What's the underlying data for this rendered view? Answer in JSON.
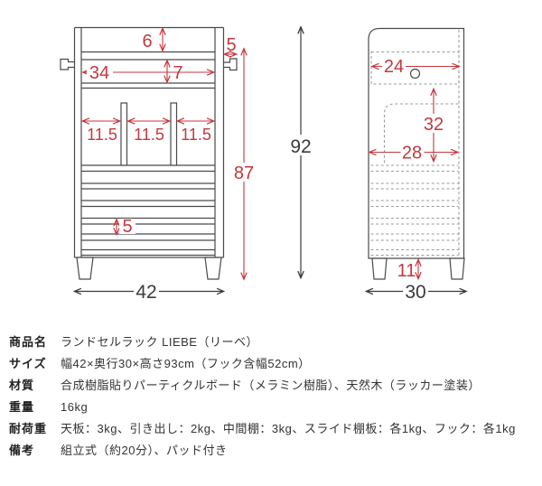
{
  "colors": {
    "dimension_red": "#c4383e",
    "dimension_black": "#3a3a3a",
    "line_gray": "#4a4a4a",
    "dashed_gray": "#9a9a9a"
  },
  "diagram": {
    "front": {
      "top_shelf_height": "6",
      "hook_protrusion": "5",
      "drawer_inner_width": "34",
      "drawer_height": "7",
      "section_left": "11.5",
      "section_center": "11.5",
      "section_right": "11.5",
      "slat_gap": "5",
      "body_height": "87",
      "overall_height": "92",
      "overall_width": "42"
    },
    "side": {
      "drawer_depth": "24",
      "open_section_height": "32",
      "open_section_depth": "28",
      "leg_height": "11",
      "overall_depth": "30"
    }
  },
  "spec_table": {
    "rows": [
      {
        "label": "商品名",
        "value": "ランドセルラック LIEBE（リーベ）"
      },
      {
        "label": "サイズ",
        "value": "幅42×奥行30×高さ93cm（フック含幅52cm）"
      },
      {
        "label": "材質",
        "value": "合成樹脂貼りパーティクルボード（メラミン樹脂）、天然木（ラッカー塗装）"
      },
      {
        "label": "重量",
        "value": "16kg"
      },
      {
        "label": "耐荷重",
        "value": "天板：3kg、引き出し：2kg、中間棚：3kg、スライド棚板：各1kg、フック：各1kg"
      },
      {
        "label": "備考",
        "value": "組立式（約20分）、パッド付き"
      }
    ]
  }
}
